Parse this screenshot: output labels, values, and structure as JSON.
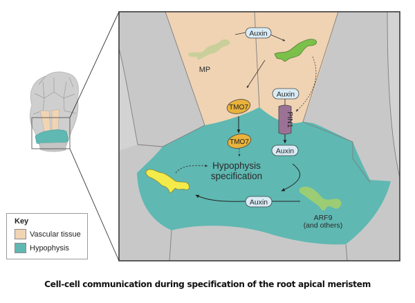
{
  "figure": {
    "caption": "Cell-cell communication during specification of the root apical meristem",
    "key": {
      "title": "Key",
      "items": [
        {
          "label": "Vascular tissue",
          "color": "#f1d4b4"
        },
        {
          "label": "Hypophysis",
          "color": "#5fb8b2"
        }
      ]
    },
    "colors": {
      "grey_cell": "#c8c8c8",
      "grey_cell_light": "#d3d3d3",
      "vascular": "#f0d3b3",
      "hypophysis": "#5fb8b2",
      "cell_border": "#7d7d7d",
      "auxin_pill": "#d9ecf6",
      "tmo7": "#e9b23a",
      "pin1": "#9b7295",
      "mp_faded": "#c9cf9a",
      "mp_active": "#7cc04c",
      "arf9": "#9ccd74",
      "target_gene": "#f3eb4a"
    },
    "labels": {
      "auxin": "Auxin",
      "mp": "MP",
      "tmo7": "TMO7",
      "pin1": "PIN1",
      "hypophysis_line1": "Hypophysis",
      "hypophysis_line2": "specification",
      "arf9_line1": "ARF9",
      "arf9_line2": "(and others)"
    }
  }
}
